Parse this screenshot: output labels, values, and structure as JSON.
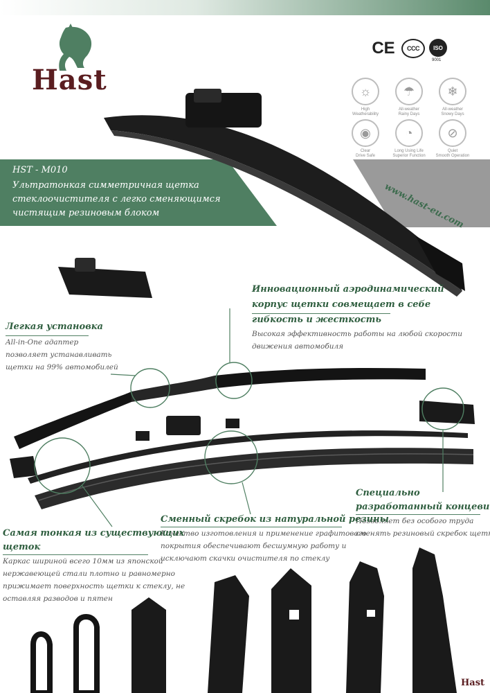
{
  "brand": {
    "name": "Hast",
    "icon": "horse-logo-icon"
  },
  "certifications": [
    {
      "label": "CE"
    },
    {
      "label": "CCC"
    },
    {
      "label": "ISO",
      "sub": "9001"
    }
  ],
  "features": [
    {
      "icon": "sun-icon",
      "label": [
        "High",
        "Weatherability"
      ]
    },
    {
      "icon": "rain-icon",
      "label": [
        "All-weather",
        "Rainy Days"
      ]
    },
    {
      "icon": "snowflake-icon",
      "label": [
        "All-weather",
        "Snowy Days"
      ]
    },
    {
      "icon": "eye-icon",
      "label": [
        "Clear",
        "Drive Safe"
      ]
    },
    {
      "icon": "gauge-icon",
      "label": [
        "Long Using Life",
        "Superior Function"
      ]
    },
    {
      "icon": "mute-icon",
      "label": [
        "Quiet",
        "Smooth Operation"
      ]
    }
  ],
  "product": {
    "model": "HST - M010",
    "description": [
      "Ультратонкая симметричная щетка",
      "стеклоочистителя с легко сменяющимся",
      "чистящим резиновым блоком"
    ]
  },
  "website": "www.hast-eu.com",
  "callouts": {
    "aero": {
      "title": [
        "Инновационный аэродинамический",
        "корпус щетки совмещает в себе",
        "гибкость и жесткость"
      ],
      "text": [
        "Высокая эффективность работы на любой скорости",
        "движения автомобиля"
      ]
    },
    "install": {
      "title": [
        "Легкая установка"
      ],
      "text": [
        "All-in-One адаптер",
        "позволяет устанавливать",
        "щетки на 99% автомобилей"
      ]
    },
    "endcap": {
      "title": [
        "Специально",
        "разработанный концевик"
      ],
      "text": [
        "Позволяет без особого труда",
        "сменять резиновый скребок щетки"
      ]
    },
    "rubber": {
      "title": [
        "Сменный скребок из натуральной резины"
      ],
      "text": [
        "Качество изготовления и применение графитового",
        "покрытия обеспечивают бесшумную работу и",
        "исключают скачки очистителя по стеклу"
      ]
    },
    "thin": {
      "title": [
        "Самая тонкая из существующих",
        "щеток"
      ],
      "text": [
        "Каркас шириной всего 10мм из японской",
        "нержавеющей стали плотно и равномерно",
        "прижимает поверхность щетки к стеклу, не",
        "оставляя разводов и пятен"
      ]
    }
  },
  "colors": {
    "brand_green": "#4f7f62",
    "text_green": "#2f5e3f",
    "brand_maroon": "#5a1d20",
    "grey_panel": "#9a9a9a"
  },
  "footer_brand": "Hast"
}
